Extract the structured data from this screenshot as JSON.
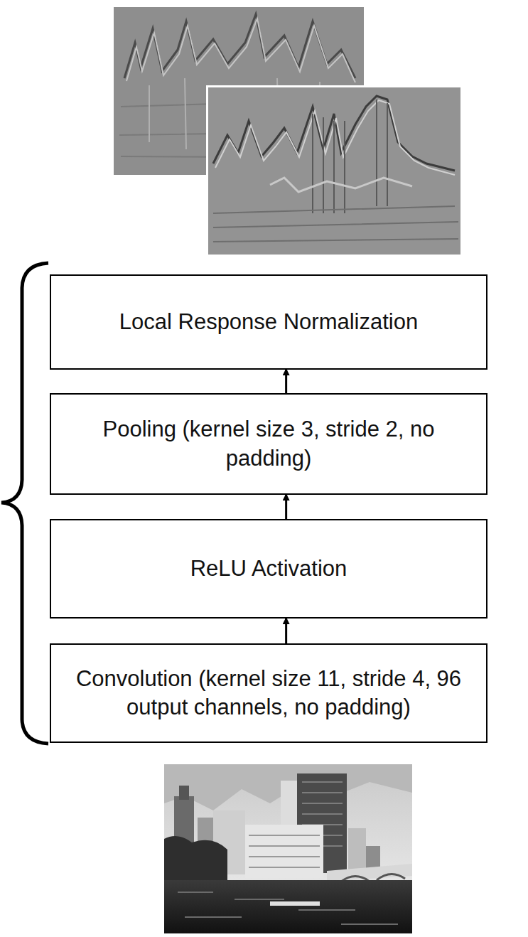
{
  "diagram": {
    "nodes": [
      {
        "text": [
          "Local Response Normalization"
        ]
      },
      {
        "text": [
          "Pooling (kernel size 3, stride 2, no padding)"
        ]
      },
      {
        "text": [
          "ReLU Activation"
        ]
      },
      {
        "text": [
          "Convolution (kernel size 11, stride 4, 96 output channels, no padding)"
        ]
      }
    ],
    "edges": [
      {
        "from": 3,
        "to": 2,
        "arrow": "to"
      },
      {
        "from": 2,
        "to": 1,
        "arrow": "to"
      },
      {
        "from": 1,
        "to": 0,
        "arrow": "to"
      }
    ]
  }
}
